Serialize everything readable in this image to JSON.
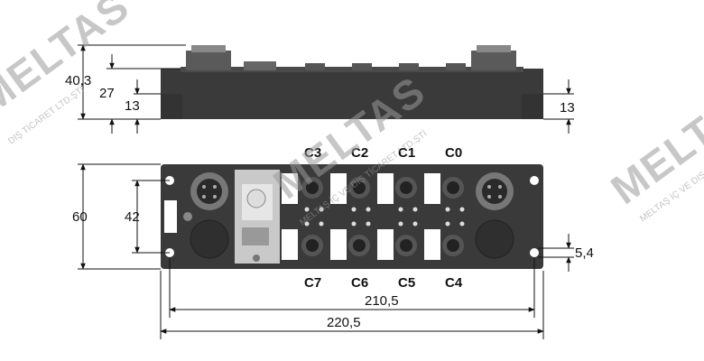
{
  "watermark": {
    "brand": "MELTAS",
    "tagline": "MELTAŞ İÇ VE DIŞ TİCARET LTD.ŞTİ",
    "tagline_short": "DIŞ TİCARET LTD.ŞTİ",
    "tagline_right": "MELTAŞ İÇ VE DIŞ"
  },
  "dimensions": {
    "total_height": "40,3",
    "body_height": "27",
    "flange_left": "13",
    "flange_right": "13",
    "width_height": "60",
    "hole_spacing": "42",
    "hole_diameter": "5,4",
    "hole_pitch": "210,5",
    "overall_length": "220,5"
  },
  "ports": {
    "top": [
      "C3",
      "C2",
      "C1",
      "C0"
    ],
    "bottom": [
      "C7",
      "C6",
      "C5",
      "C4"
    ]
  }
}
